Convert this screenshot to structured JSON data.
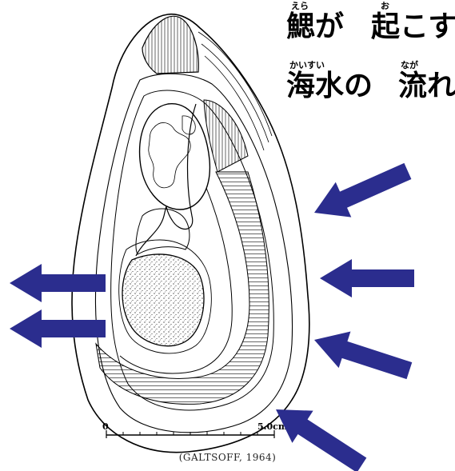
{
  "caption": {
    "line1": {
      "ruby1": "えら",
      "word1": "鰓が",
      "ruby2": "お",
      "word2": "起こす"
    },
    "line2": {
      "ruby1": "かいすい",
      "word1": "海水の",
      "ruby2": "なが",
      "word2": "流れ"
    }
  },
  "scale": {
    "start": "0",
    "end": "5.0cm"
  },
  "credit": "(GALTSOFF, 1964)",
  "colors": {
    "arrow": "#2b2d8e",
    "ink": "#000000",
    "background": "#ffffff"
  },
  "icons": [
    "arrow-in-icon",
    "arrow-out-icon"
  ]
}
